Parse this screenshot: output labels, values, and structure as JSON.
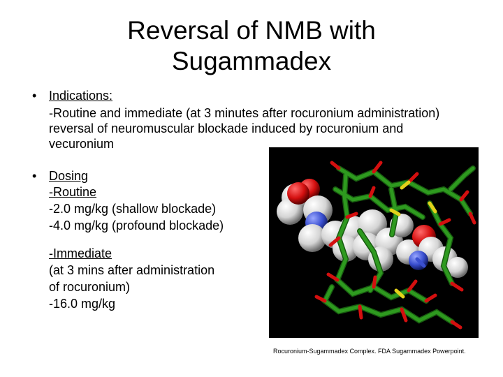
{
  "slide": {
    "title_line1": "Reversal of NMB with",
    "title_line2": "Sugammadex",
    "bullet_char": "•",
    "indications": {
      "heading": "Indications:",
      "text": "-Routine and immediate (at 3 minutes after rocuronium administration) reversal of neuromuscular blockade induced by rocuronium and vecuronium"
    },
    "dosing": {
      "heading": "Dosing",
      "routine_heading": "-Routine",
      "routine_items": [
        "-2.0 mg/kg (shallow blockade)",
        "-4.0 mg/kg (profound blockade)"
      ],
      "immediate_heading": "-Immediate",
      "immediate_items": [
        "(at 3 mins after administration",
        "of rocuronium)",
        "-16.0 mg/kg"
      ]
    },
    "caption": "Rocuronium-Sugammadex Complex.  FDA Sugammadex Powerpoint.",
    "colors": {
      "image_background": "#000000",
      "carbon": "#2e9a1f",
      "oxygen": "#d40f0f",
      "sulfur": "#e3d21a",
      "nitrogen": "#3a4fd0",
      "hydrogen": "#e6e6e6"
    }
  }
}
